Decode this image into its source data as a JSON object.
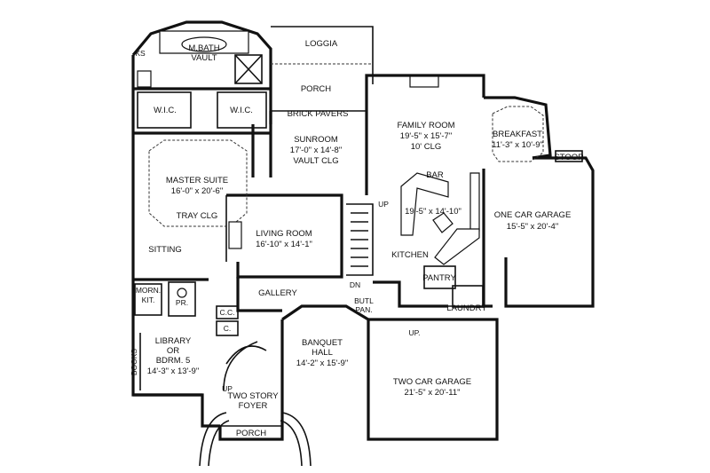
{
  "rooms": {
    "mbath": {
      "name": "M.BATH",
      "sub": "VAULT"
    },
    "ks": "KS",
    "loggia": "LOGGIA",
    "porch_rear": "PORCH",
    "wic_left": "W.I.C.",
    "wic_right": "W.I.C.",
    "brick_pavers": "BRICK PAVERS",
    "sunroom": {
      "name": "SUNROOM",
      "dims": "17'-0\" x 14'-8\"",
      "note": "VAULT CLG"
    },
    "family_room": {
      "name": "FAMILY ROOM",
      "dims": "19'-5\" x 15'-7\"",
      "note": "10' CLG"
    },
    "breakfast": {
      "name": "BREAKFAST",
      "dims": "11'-3\" x 10'-9\""
    },
    "stoop": "STOOP",
    "master_suite": {
      "name": "MASTER SUITE",
      "dims": "16'-0\" x 20'-6\"",
      "note": "TRAY CLG"
    },
    "sitting": "SITTING",
    "living_room": {
      "name": "LIVING ROOM",
      "dims": "16'-10\" x 14'-1\""
    },
    "bar": "BAR",
    "kitchen": {
      "name": "KITCHEN",
      "dims": "19'-5\" x 14'-10\""
    },
    "one_car_garage": {
      "name": "ONE CAR GARAGE",
      "dims": "15'-5\" x 20'-4\""
    },
    "pantry": "PANTRY",
    "laundry": "LAUNDRY",
    "butl_pan": {
      "line1": "BUTL",
      "line2": "PAN."
    },
    "gallery": "GALLERY",
    "morn_kit": {
      "line1": "MORN.",
      "line2": "KIT."
    },
    "pr": "PR.",
    "cc": "C.C.",
    "c": "C.",
    "books": "BOOKS",
    "library": {
      "line1": "LIBRARY",
      "line2": "OR",
      "line3": "BDRM. 5",
      "dims": "14'-3\" x 13'-9\""
    },
    "banquet_hall": {
      "line1": "BANQUET",
      "line2": "HALL",
      "dims": "14'-2\" x 15'-9\""
    },
    "two_car_garage": {
      "name": "TWO CAR GARAGE",
      "dims": "21'-5\" x 20'-11\""
    },
    "two_story_foyer": {
      "line1": "TWO STORY",
      "line2": "FOYER"
    },
    "porch_front": "PORCH"
  },
  "stairs": {
    "up_main": "UP",
    "dn": "DN",
    "up_foyer": "UP",
    "up_garage": "UP."
  },
  "colors": {
    "line": "#111111",
    "background": "#ffffff"
  }
}
